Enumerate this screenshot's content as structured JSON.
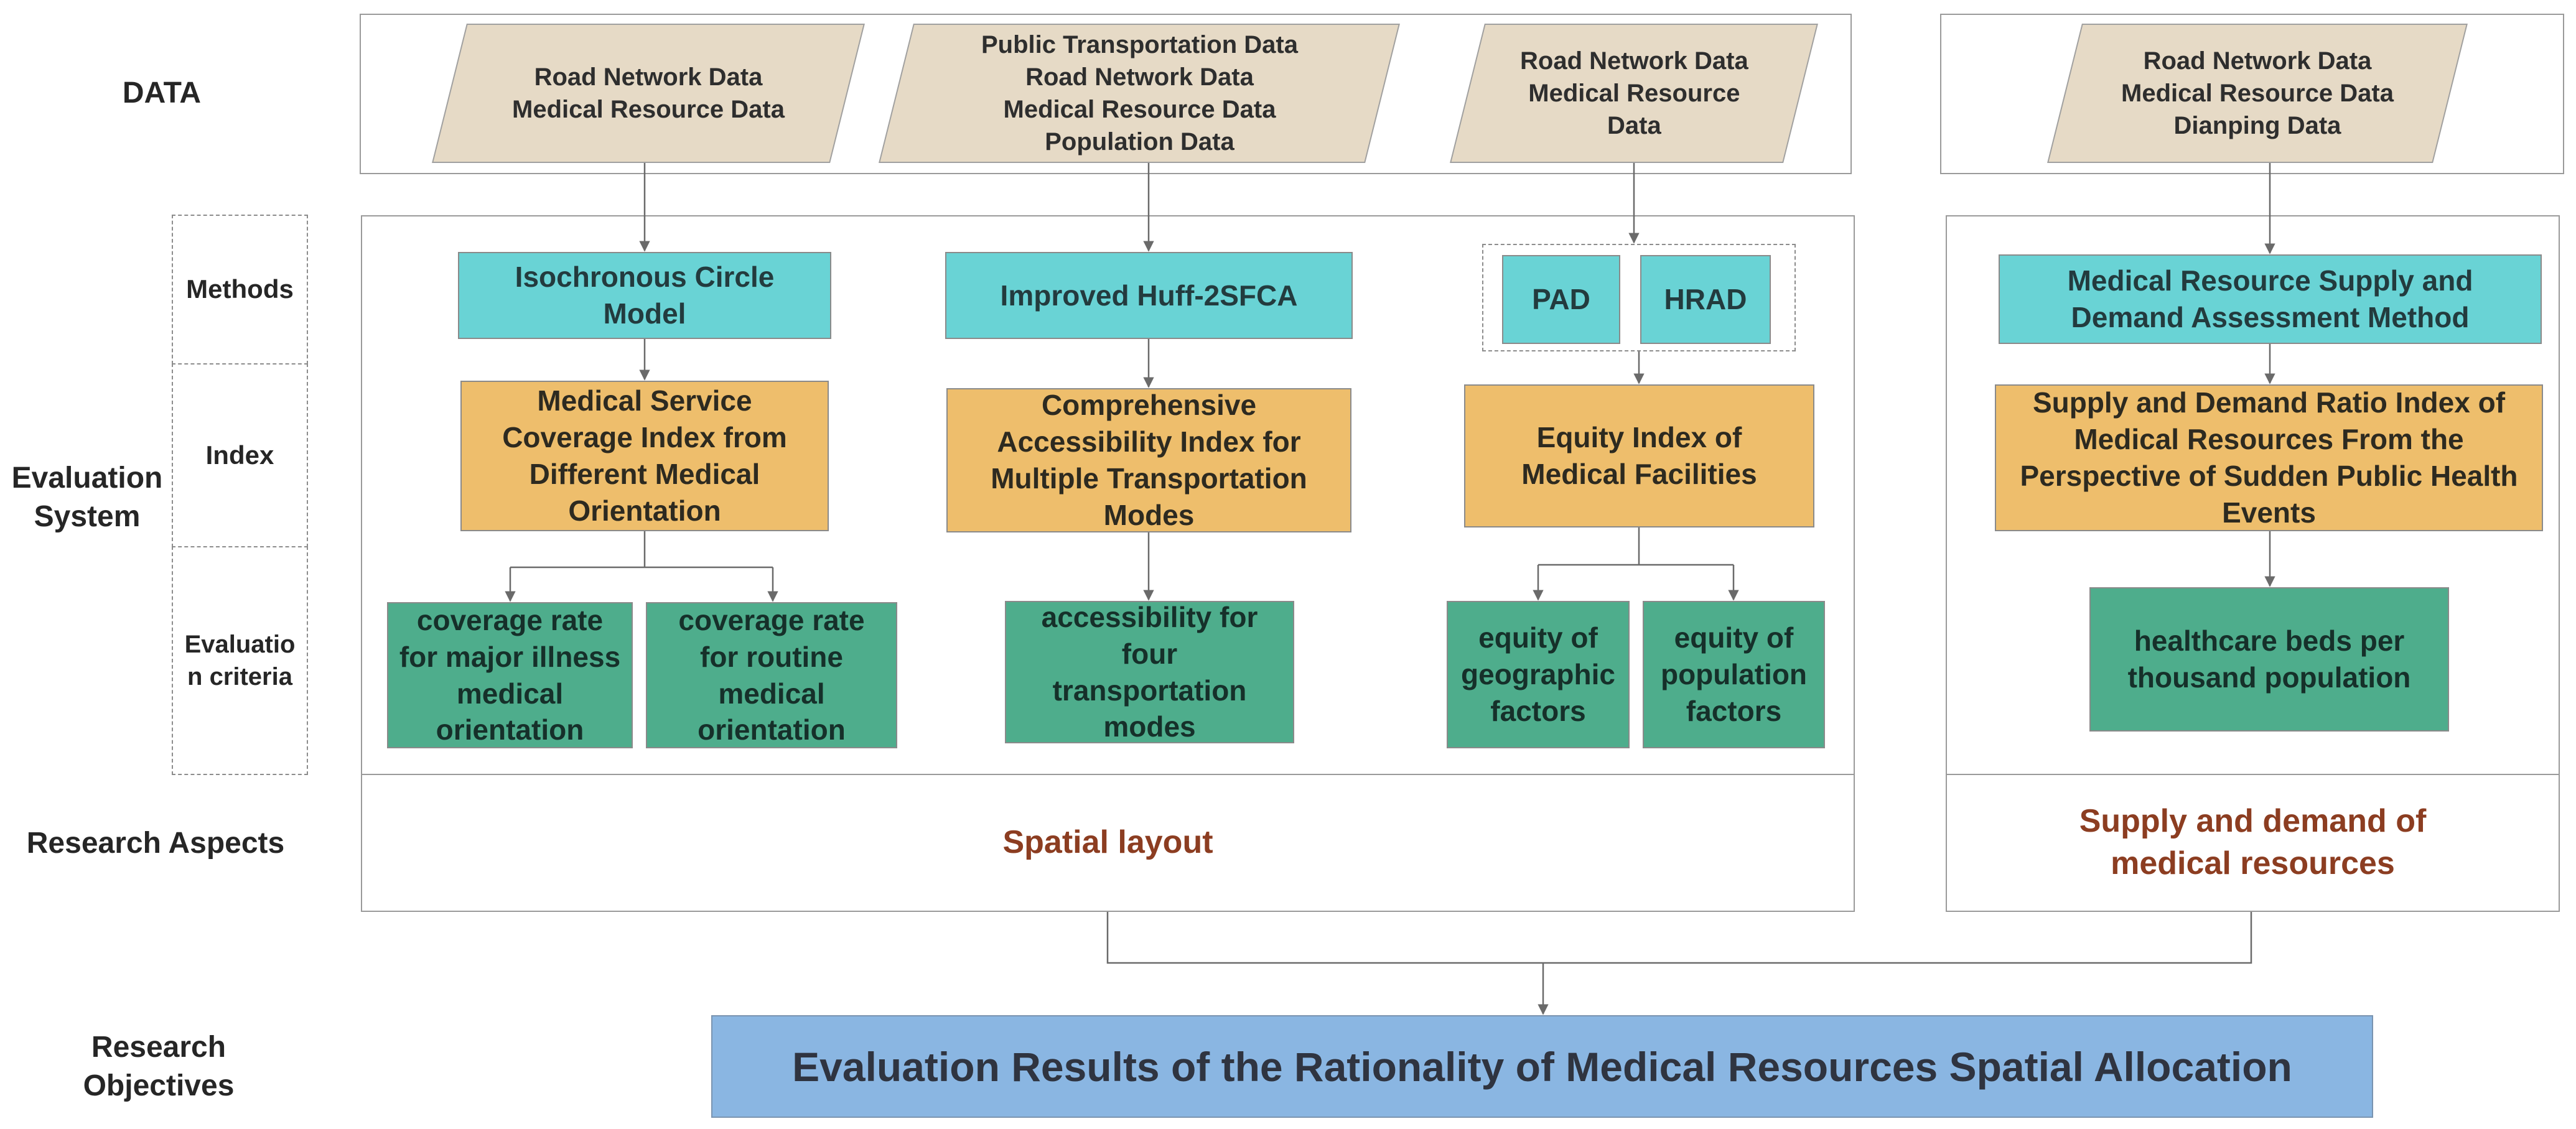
{
  "row_labels": {
    "data": "DATA",
    "evaluation_system": "Evaluation System",
    "research_aspects": "Research Aspects",
    "research_objectives": "Research Objectives"
  },
  "sub_labels": {
    "methods": "Methods",
    "index": "Index",
    "criteria": "Evaluatio n criteria"
  },
  "data_inputs": [
    {
      "lines": [
        "Road Network Data",
        "Medical Resource Data"
      ]
    },
    {
      "lines": [
        "Public Transportation Data",
        "Road Network Data",
        "Medical Resource Data",
        "Population Data"
      ]
    },
    {
      "lines": [
        "Road Network Data",
        "Medical Resource",
        "Data"
      ]
    },
    {
      "lines": [
        "Road Network Data",
        "Medical Resource Data",
        "Dianping Data"
      ]
    }
  ],
  "methods": {
    "isochronous": "Isochronous Circle Model",
    "huff": "Improved Huff-2SFCA",
    "pad": "PAD",
    "hrad": "HRAD",
    "supply_demand": "Medical Resource Supply and Demand Assessment Method"
  },
  "indices": {
    "coverage": "Medical Service Coverage Index from Different Medical Orientation",
    "accessibility": "Comprehensive Accessibility Index for Multiple Transportation Modes",
    "equity": "Equity Index of Medical Facilities",
    "ratio": "Supply and Demand Ratio Index of Medical Resources From the Perspective of Sudden Public Health Events"
  },
  "criteria": {
    "major_illness": "coverage rate for major illness medical orientation",
    "routine": "coverage rate for routine medical orientation",
    "four_modes": "accessibility for four transportation modes",
    "geographic": "equity of geographic factors",
    "population": "equity of population factors",
    "beds": "healthcare beds per thousand population"
  },
  "aspects": {
    "spatial": "Spatial layout",
    "supply": "Supply and demand of medical resources"
  },
  "objective": "Evaluation Results of the Rationality of Medical Resources Spatial Allocation",
  "colors": {
    "method": "#69d3d5",
    "index": "#eebe6c",
    "criteria": "#4ead8c",
    "data": "#e6dac6",
    "aspect_text": "#8c3d21",
    "objective": "#8ab6e2"
  }
}
